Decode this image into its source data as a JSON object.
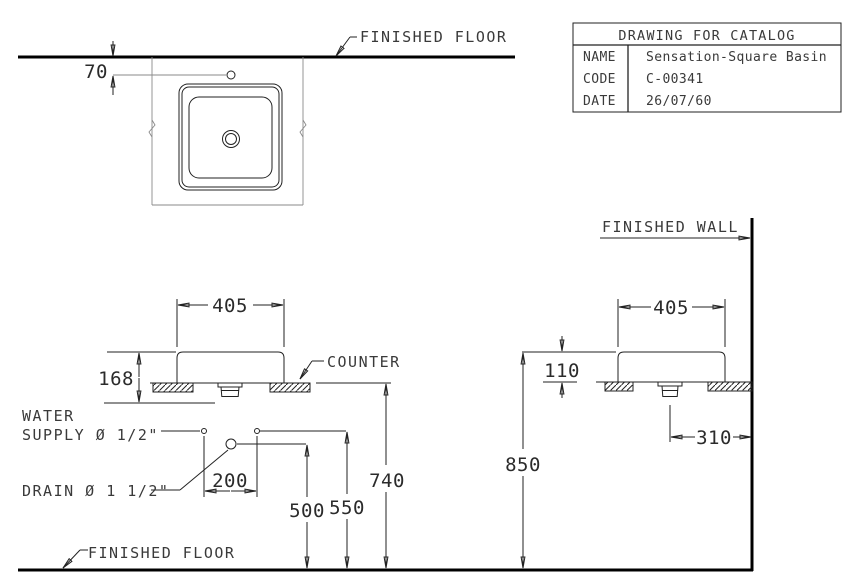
{
  "drawing": {
    "title_block": {
      "title": "DRAWING FOR CATALOG",
      "rows": [
        {
          "label": "NAME",
          "value": "Sensation-Square Basin"
        },
        {
          "label": "CODE",
          "value": "C-00341"
        },
        {
          "label": "DATE",
          "value": "26/07/60"
        }
      ]
    },
    "labels": {
      "finished_floor_top": "FINISHED FLOOR",
      "finished_floor_bottom": "FINISHED FLOOR",
      "finished_wall": "FINISHED WALL",
      "counter": "COUNTER",
      "water_supply_line1": "WATER",
      "water_supply_line2": "SUPPLY Ø 1/2\"",
      "drain": "DRAIN Ø 1 1/2\""
    },
    "dims": {
      "faucet_offset": "70",
      "basin_width_front": "405",
      "basin_total_height": "168",
      "supply_spacing": "200",
      "drain_height": "500",
      "supply_height": "550",
      "counter_height": "740",
      "basin_width_side": "405",
      "rim_above_counter": "110",
      "rim_height": "850",
      "drain_to_wall": "310"
    },
    "colors": {
      "line": "#222222",
      "heavy_line": "#000000",
      "background": "#ffffff"
    }
  }
}
